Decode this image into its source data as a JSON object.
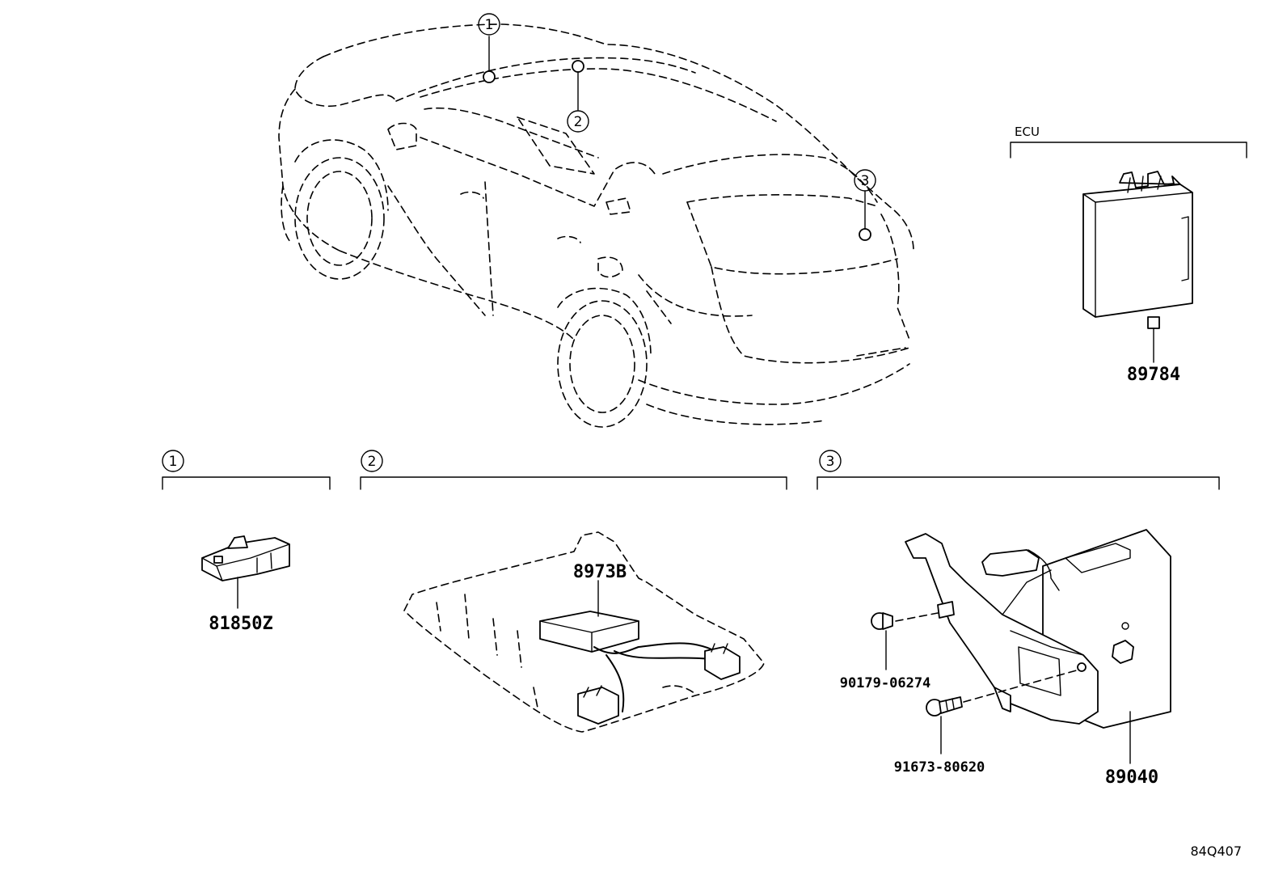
{
  "diagram": {
    "callouts": [
      "1",
      "2",
      "3"
    ],
    "ecu_label": "ECU",
    "diagram_code": "84Q407",
    "parts": {
      "ecu": "89784",
      "sensor": "81850Z",
      "roof_unit": "8973B",
      "clip": "90179-06274",
      "bolt": "91673-80620",
      "bracket_unit": "89040"
    }
  }
}
